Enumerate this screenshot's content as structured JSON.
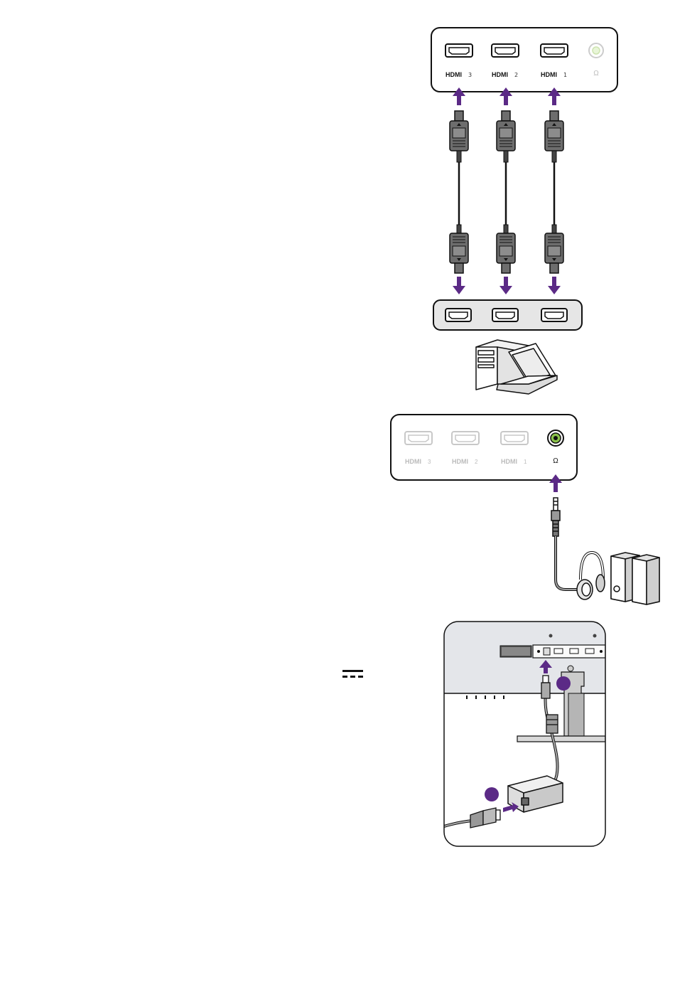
{
  "panel_top": {
    "ports": [
      {
        "id": "hdmi3",
        "label_main": "HDMI",
        "label_num": "3"
      },
      {
        "id": "hdmi2",
        "label_main": "HDMI",
        "label_num": "2"
      },
      {
        "id": "hdmi1",
        "label_main": "HDMI",
        "label_num": "1"
      }
    ],
    "headphone_symbol": "Ω"
  },
  "panel_audio": {
    "ports": [
      {
        "id": "hdmi3",
        "label_main": "HDMI",
        "label_num": "3"
      },
      {
        "id": "hdmi2",
        "label_main": "HDMI",
        "label_num": "2"
      },
      {
        "id": "hdmi1",
        "label_main": "HDMI",
        "label_num": "1"
      }
    ],
    "headphone_symbol": "Ω"
  },
  "power_section": {
    "dc_symbol": "⎓",
    "step_markers": [
      "",
      ""
    ]
  },
  "colors": {
    "accent_arrow": "#5b2a86",
    "step_circle": "#5b2a86",
    "audio_jack_green": "#8bc34a",
    "stroke": "#111111",
    "connector_fill": "#6d6d6d",
    "cable": "#222222",
    "audio_cable": "#9e9e9e"
  },
  "icons": [
    "hdmi-port-icon",
    "headphone-jack-icon",
    "hdmi-plug-icon",
    "audio-plug-icon",
    "computer-icon",
    "laptop-icon",
    "headphones-icon",
    "speakers-icon",
    "power-adapter-icon",
    "power-plug-icon",
    "arrow-up-icon",
    "arrow-down-icon"
  ]
}
